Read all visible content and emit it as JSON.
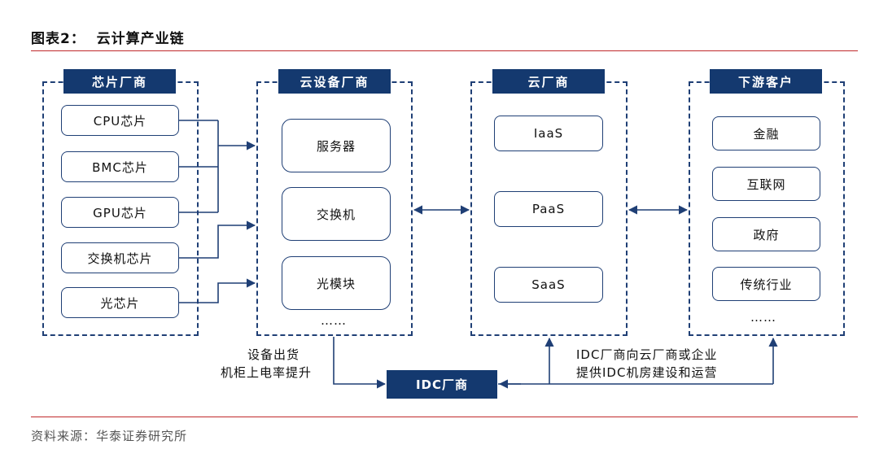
{
  "title": "图表2：  云计算产业链",
  "source": "资料来源：华泰证券研究所",
  "groups": {
    "chips": {
      "header": "芯片厂商",
      "items": [
        "CPU芯片",
        "BMC芯片",
        "GPU芯片",
        "交换机芯片",
        "光芯片"
      ]
    },
    "equipment": {
      "header": "云设备厂商",
      "items": [
        "服务器",
        "交换机",
        "光模块"
      ],
      "more": "……"
    },
    "cloud": {
      "header": "云厂商",
      "items": [
        "IaaS",
        "PaaS",
        "SaaS"
      ]
    },
    "customers": {
      "header": "下游客户",
      "items": [
        "金融",
        "互联网",
        "政府",
        "传统行业"
      ],
      "more": "……"
    }
  },
  "idc": {
    "label": "IDC厂商",
    "left_note": [
      "设备出货",
      "机柜上电率提升"
    ],
    "right_note": [
      "IDC厂商向云厂商或企业",
      "提供IDC机房建设和运营"
    ]
  },
  "colors": {
    "primary": "#14396f",
    "rule": "#c0292b",
    "border": "#1f3f75"
  }
}
